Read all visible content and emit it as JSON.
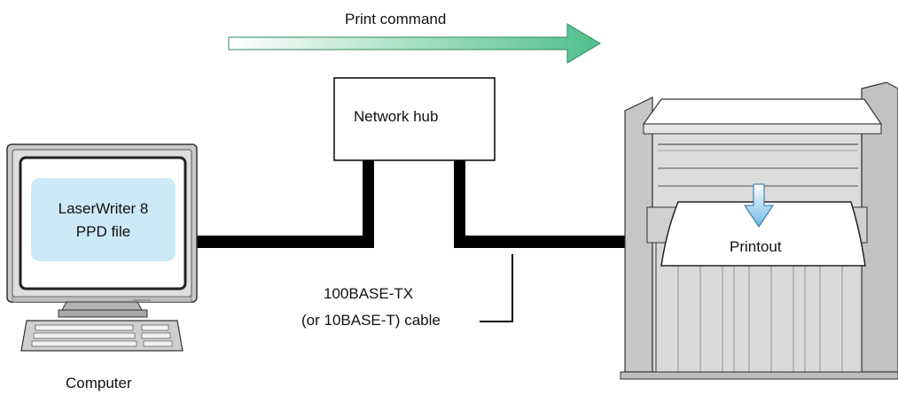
{
  "arrow": {
    "label": "Print command"
  },
  "hub": {
    "label": "Network hub"
  },
  "screen": {
    "line1": "LaserWriter 8",
    "line2": "PPD file"
  },
  "computer": {
    "label": "Computer"
  },
  "printer": {
    "printout_label": "Printout"
  },
  "cable": {
    "line1": "100BASE-TX",
    "line2": "(or 10BASE-T) cable"
  },
  "colors": {
    "arrow_start": "#ffffff",
    "arrow_end": "#4fbf8a",
    "screen_fill": "#cde8f6",
    "cable": "#000000",
    "device_gray": "#c8c8c8"
  }
}
